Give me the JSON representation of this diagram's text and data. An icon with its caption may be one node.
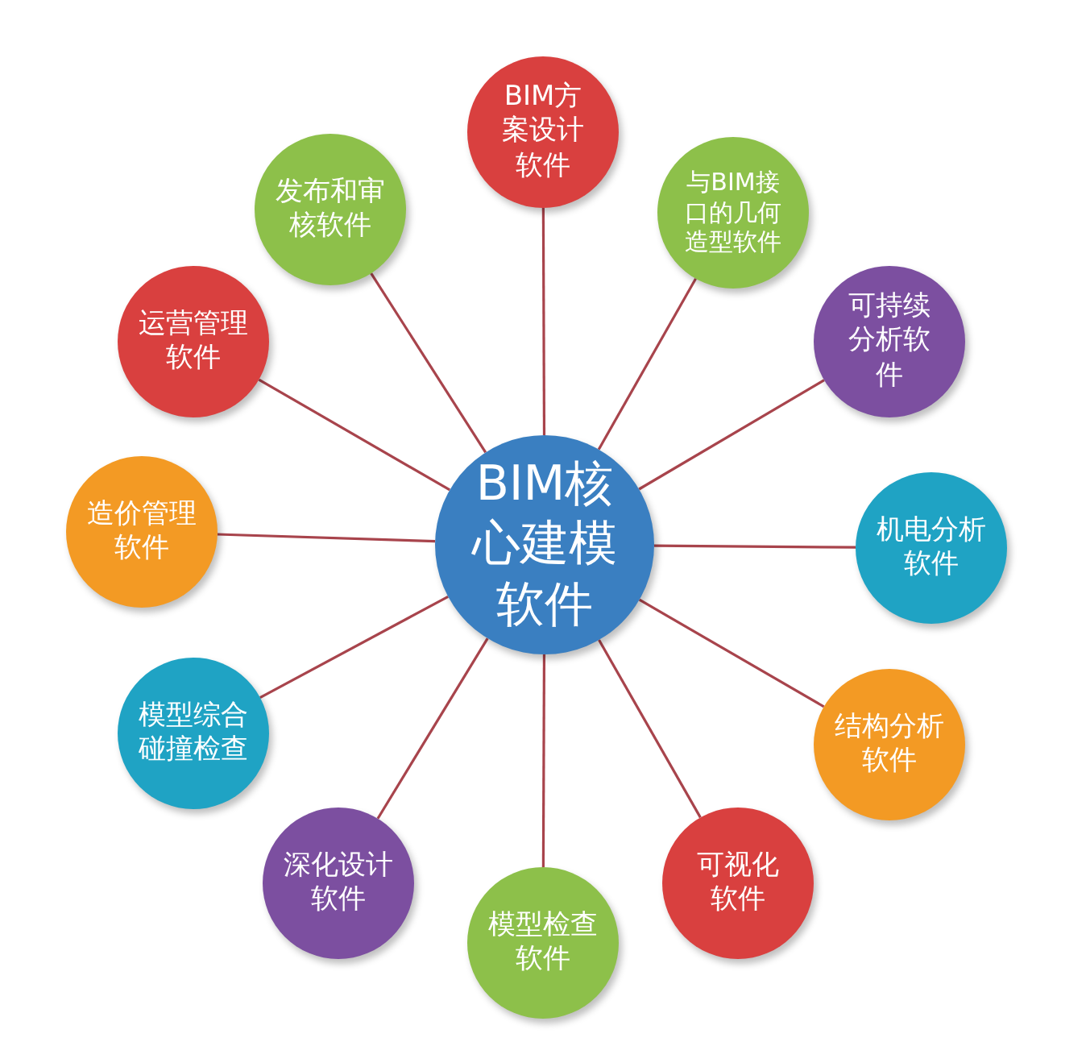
{
  "diagram": {
    "nodes": [
      {
        "text": [
          "BIM核心建模软件"
        ]
      },
      {
        "text": [
          "BIM方案设计软件"
        ]
      },
      {
        "text": [
          "与BIM接口的几何造型软件"
        ]
      },
      {
        "text": [
          "可持续分析软件"
        ]
      },
      {
        "text": [
          "机电分析软件"
        ]
      },
      {
        "text": [
          "结构分析软件"
        ]
      },
      {
        "text": [
          "可视化软件"
        ]
      },
      {
        "text": [
          "模型检查软件"
        ]
      },
      {
        "text": [
          "深化设计软件"
        ]
      },
      {
        "text": [
          "模型综合碰撞检查"
        ]
      },
      {
        "text": [
          "造价管理软件"
        ]
      },
      {
        "text": [
          "运营管理软件"
        ]
      },
      {
        "text": [
          "发布和审核软件"
        ]
      }
    ],
    "edges": [
      {
        "from": 0,
        "to": 1,
        "arrow": "none"
      },
      {
        "from": 0,
        "to": 2,
        "arrow": "none"
      },
      {
        "from": 0,
        "to": 3,
        "arrow": "none"
      },
      {
        "from": 0,
        "to": 4,
        "arrow": "none"
      },
      {
        "from": 0,
        "to": 5,
        "arrow": "none"
      },
      {
        "from": 0,
        "to": 6,
        "arrow": "none"
      },
      {
        "from": 0,
        "to": 7,
        "arrow": "none"
      },
      {
        "from": 0,
        "to": 8,
        "arrow": "none"
      },
      {
        "from": 0,
        "to": 9,
        "arrow": "none"
      },
      {
        "from": 0,
        "to": 10,
        "arrow": "none"
      },
      {
        "from": 0,
        "to": 11,
        "arrow": "none"
      },
      {
        "from": 0,
        "to": 12,
        "arrow": "none"
      }
    ]
  }
}
